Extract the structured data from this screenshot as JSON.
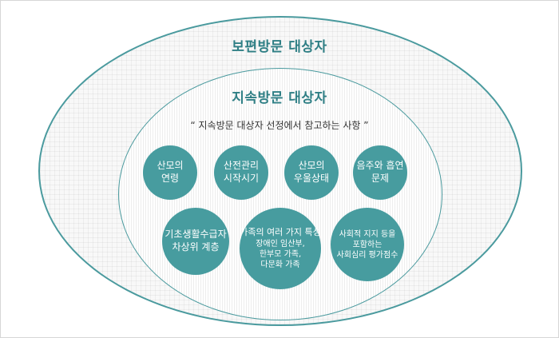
{
  "outer": {
    "title": "보편방문 대상자"
  },
  "inner": {
    "title": "지속방문 대상자",
    "subtitle": "“ 지속방문 대상자 선정에서 참고하는 사항 ”"
  },
  "factors": [
    {
      "lines": [
        "산모의",
        "연령"
      ]
    },
    {
      "lines": [
        "산전관리",
        "시작시기"
      ]
    },
    {
      "lines": [
        "산모의",
        "우울상태"
      ]
    },
    {
      "lines": [
        "음주와 흡연",
        "문제"
      ]
    },
    {
      "lines": [
        "기초생활수급자",
        "차상위 계층"
      ]
    },
    {
      "lines": [
        "가족의 여러 가지 특성",
        "장애인 임산부,",
        "한부모 가족,",
        "다문화 가족"
      ]
    },
    {
      "lines": [
        "사회적 지지 등을",
        "포함하는",
        "사회심리 평가점수"
      ]
    }
  ],
  "colors": {
    "accent": "#479c9f",
    "title": "#2f7f85",
    "border": "#4a9a9e"
  }
}
